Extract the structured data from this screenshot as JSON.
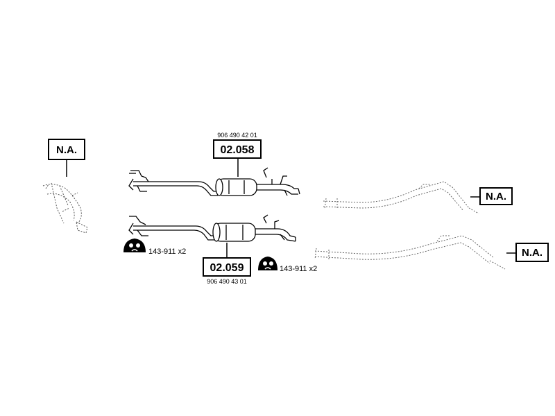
{
  "labels": {
    "na_left": "N.A.",
    "na_right_upper": "N.A.",
    "na_right_lower": "N.A.",
    "part_upper": "02.058",
    "part_upper_oem": "906 490 42 01",
    "part_lower": "02.059",
    "part_lower_oem": "906 490 43 01",
    "hanger_left": "143-911 x2",
    "hanger_right": "143-911 x2"
  },
  "icons": {
    "hanger": "rubber-hanger-icon"
  }
}
